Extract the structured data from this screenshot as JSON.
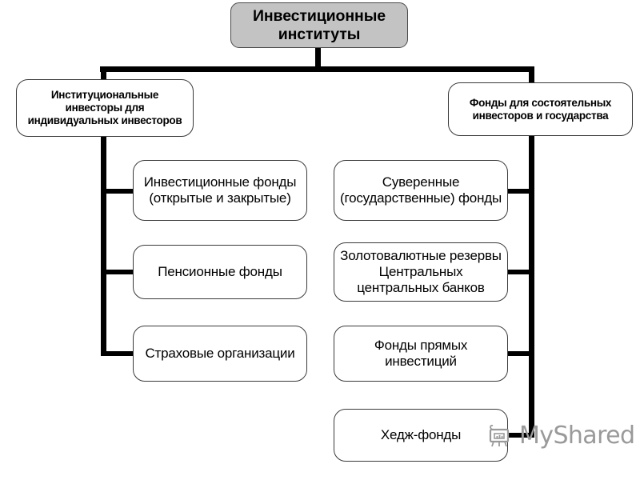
{
  "diagram": {
    "title": "Инвестиционные институты",
    "type": "organizational-tree",
    "orientation": "top-down",
    "background_color": "#ffffff",
    "line_color": "#000000",
    "root_fill_color": "#c3c3c3",
    "node_fill_color": "#ffffff",
    "node_border_color": "#3a3a3a"
  },
  "root": {
    "label": "Инвестиционные институты"
  },
  "branches": [
    {
      "id": "left",
      "label": "Институциональные инвесторы для индивидуальных инвесторов",
      "children": [
        {
          "label": "Инвестиционные фонды (открытые и закрытые)"
        },
        {
          "label": "Пенсионные фонды"
        },
        {
          "label": "Страховые организации"
        }
      ]
    },
    {
      "id": "right",
      "label": "Фонды для состоятельных инвесторов и государства",
      "children": [
        {
          "label": "Суверенные (государственные) фонды"
        },
        {
          "label": "Золотовалютные резервы Центральных центральных банков"
        },
        {
          "label": "Фонды прямых инвестиций"
        },
        {
          "label": "Хедж-фонды"
        }
      ]
    }
  ],
  "watermark": {
    "text": "MyShared",
    "icon": "projector-screen-icon",
    "color": "#9a9a9a"
  }
}
